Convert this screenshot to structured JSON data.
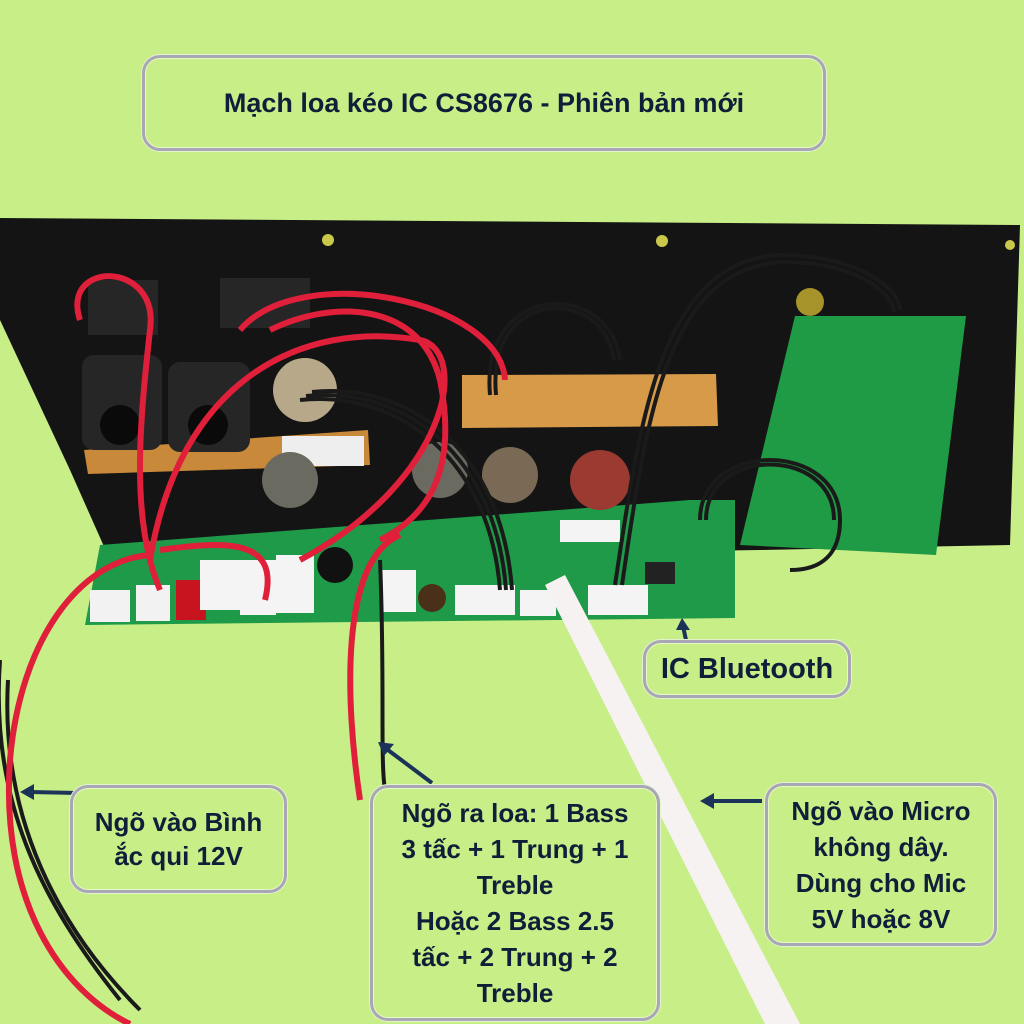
{
  "title": "Mạch loa kéo IC CS8676 - Phiên bản mới",
  "labels": {
    "bluetooth": "IC Bluetooth",
    "battery_input": "Ngõ vào Bình\nắc qui 12V",
    "speaker_output": "Ngõ ra loa: 1 Bass\n3 tấc + 1 Trung + 1\nTreble\nHoặc 2 Bass 2.5\ntấc + 2 Trung + 2\nTreble",
    "micro_input": "Ngõ vào Micro\nkhông dây.\nDùng cho Mic\n5V hoặc 8V"
  },
  "colors": {
    "background": "#c8ee88",
    "text": "#0f1f3a",
    "arrow": "#1b3358",
    "wire_red": "#e0203a",
    "pcb": "#1e9a48"
  }
}
